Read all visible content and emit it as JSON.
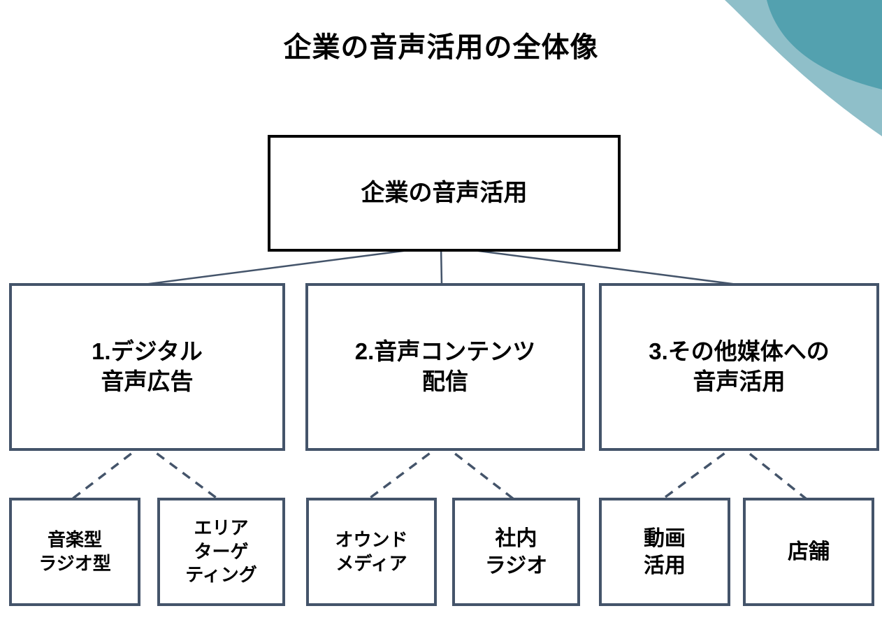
{
  "slide_title": "企業の音声活用の全体像",
  "colors": {
    "background": "#FFFFFF",
    "root_box_border": "#000000",
    "node_box_border": "#44546A",
    "connector_line": "#44546A",
    "text": "#000000",
    "corner_teal_dark": "#4E9EAC",
    "corner_teal_light": "#8FBFC9"
  },
  "tree": {
    "root": {
      "label": "企業の音声活用"
    },
    "level1": [
      {
        "label": "1.デジタル\n音声広告"
      },
      {
        "label": "2.音声コンテンツ\n配信"
      },
      {
        "label": "3.その他媒体への\n音声活用"
      }
    ],
    "level2": [
      {
        "parent": "1.デジタル音声広告",
        "label": "音楽型\nラジオ型"
      },
      {
        "parent": "1.デジタル音声広告",
        "label": "エリア\nターゲ\nティング"
      },
      {
        "parent": "2.音声コンテンツ配信",
        "label": "オウンド\nメディア"
      },
      {
        "parent": "2.音声コンテンツ配信",
        "label": "社内\nラジオ"
      },
      {
        "parent": "3.その他媒体への音声活用",
        "label": "動画\n活用"
      },
      {
        "parent": "3.その他媒体への音声活用",
        "label": "店舗"
      }
    ],
    "connector_styles": {
      "root_to_level1": "solid",
      "level1_to_level2": "dashed"
    }
  }
}
